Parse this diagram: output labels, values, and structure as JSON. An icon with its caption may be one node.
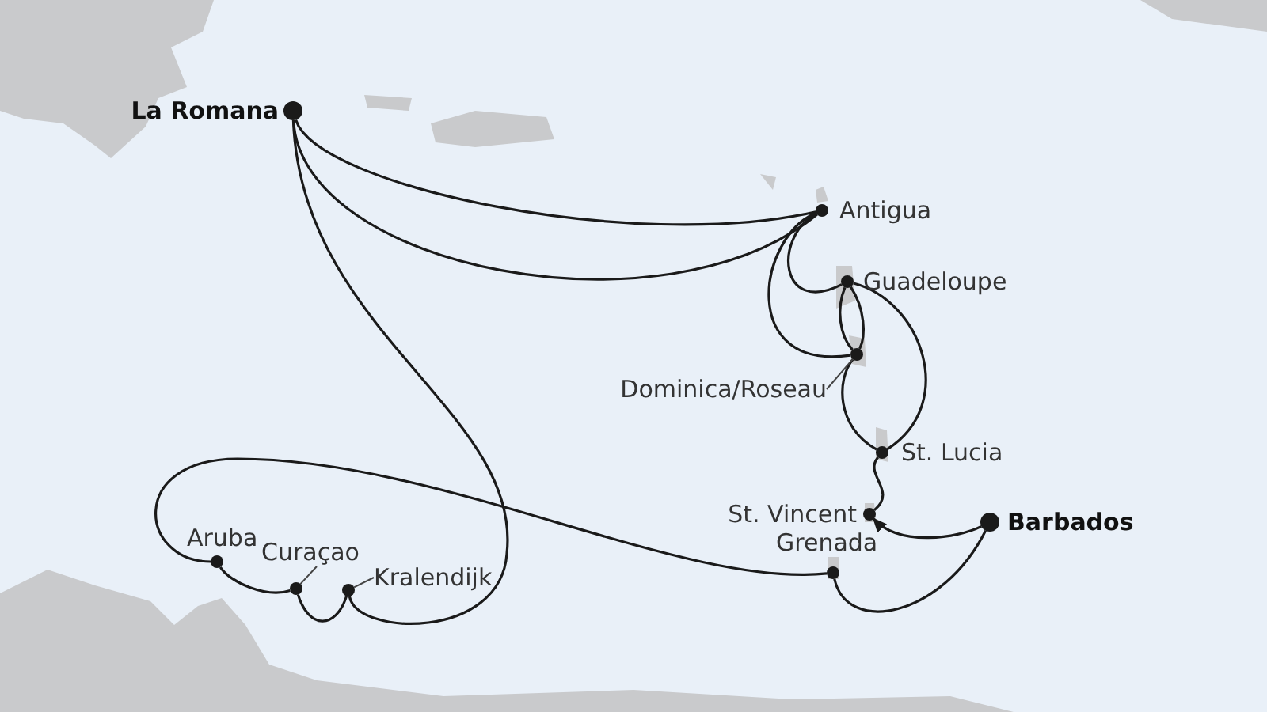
{
  "diagram": {
    "nodes": [
      {
        "text": [],
        "shape": "circle",
        "beside": [
          "La Romana"
        ]
      },
      {
        "text": [],
        "shape": "circle",
        "beside": [
          "Antigua"
        ]
      },
      {
        "text": [],
        "shape": "circle",
        "beside": [
          "Guadeloupe"
        ]
      },
      {
        "text": [],
        "shape": "circle"
      },
      {
        "text": [],
        "shape": "circle",
        "beside": [
          "St. Lucia"
        ]
      },
      {
        "text": [],
        "shape": "circle",
        "beside": [
          "St. Vincent"
        ]
      },
      {
        "text": [],
        "shape": "circle",
        "beside": [
          "Barbados"
        ]
      },
      {
        "text": [],
        "shape": "circle",
        "beside": [
          "Grenada"
        ]
      },
      {
        "text": [],
        "shape": "circle"
      },
      {
        "text": [],
        "shape": "circle"
      },
      {
        "text": [],
        "shape": "circle",
        "beside": [
          "Aruba"
        ]
      },
      {
        "text": [
          "Dominica/Roseau"
        ]
      },
      {
        "text": [
          "Curaçao"
        ]
      },
      {
        "text": [
          "Kralendijk"
        ]
      }
    ],
    "edges": [
      {
        "from": 0,
        "to": 1,
        "arrow": "none"
      },
      {
        "from": 0,
        "to": 1,
        "arrow": "none"
      },
      {
        "from": 0,
        "to": 8,
        "arrow": "none"
      },
      {
        "from": 8,
        "to": 9,
        "arrow": "none"
      },
      {
        "from": 9,
        "to": 10,
        "arrow": "none"
      },
      {
        "from": 10,
        "to": 7,
        "arrow": "none"
      },
      {
        "from": 7,
        "to": 6,
        "arrow": "none"
      },
      {
        "from": 6,
        "to": 5,
        "arrow": "to"
      },
      {
        "from": 5,
        "to": 4,
        "arrow": "none"
      },
      {
        "from": 4,
        "to": 2,
        "arrow": "none"
      },
      {
        "from": 4,
        "to": 3,
        "arrow": "none"
      },
      {
        "from": 2,
        "to": 3,
        "arrow": "none"
      },
      {
        "from": 2,
        "to": 3,
        "arrow": "none"
      },
      {
        "from": 1,
        "to": 2,
        "arrow": "none"
      },
      {
        "from": 1,
        "to": 3,
        "arrow": "none"
      },
      {
        "from": 11,
        "to": 3,
        "arrow": "none"
      },
      {
        "from": 12,
        "to": 9,
        "arrow": "none"
      },
      {
        "from": 13,
        "to": 8,
        "arrow": "none"
      }
    ]
  }
}
